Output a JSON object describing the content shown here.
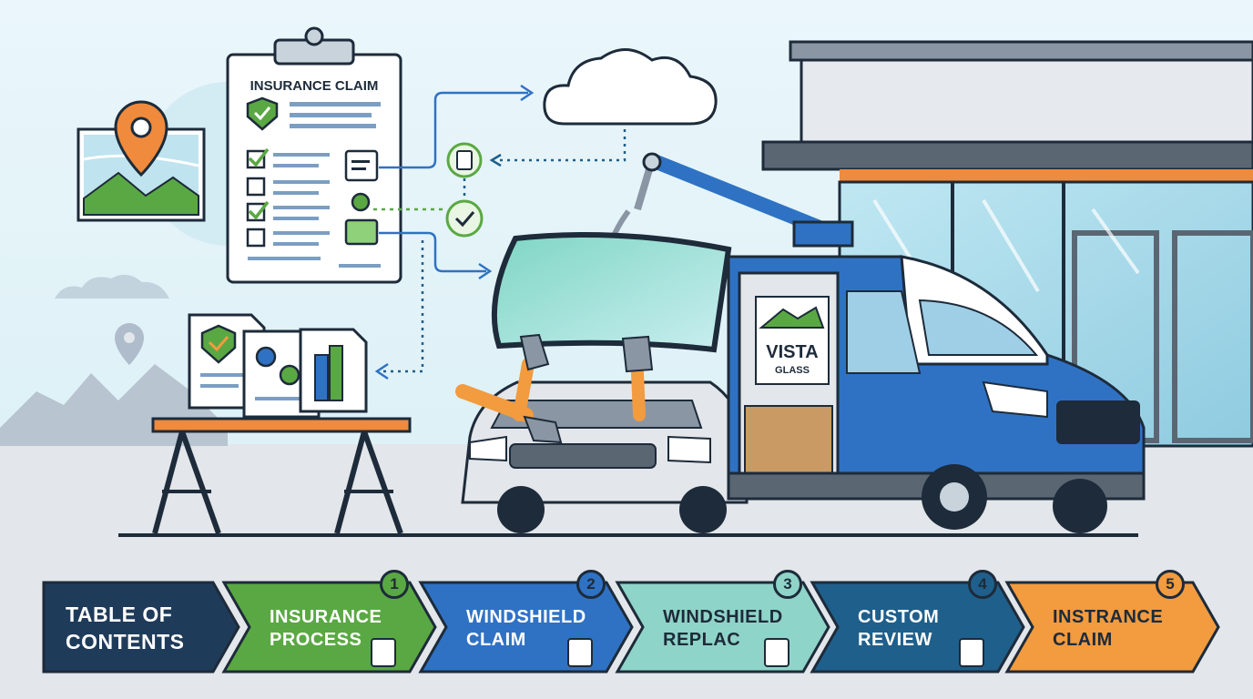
{
  "clipboard": {
    "title": "INSURANCE CLAIM"
  },
  "van": {
    "brand_line1": "VISTA",
    "brand_line2": "GLASS"
  },
  "steps": [
    {
      "number": "",
      "line1": "TABLE OF",
      "line2": "CONTENTS",
      "color": "#1f3b5a",
      "text_color": "#ffffff"
    },
    {
      "number": "1",
      "line1": "INSURANCE",
      "line2": "PROCESS",
      "color": "#5aa843",
      "text_color": "#ffffff",
      "badge": "#5aa843"
    },
    {
      "number": "2",
      "line1": "WINDSHIELD",
      "line2": "CLAIM",
      "color": "#2f72c4",
      "text_color": "#ffffff",
      "badge": "#2f72c4"
    },
    {
      "number": "3",
      "line1": "WINDSHIELD",
      "line2": "REPLAC",
      "color": "#8fd4c8",
      "text_color": "#1d2b3a",
      "badge": "#8fd4c8"
    },
    {
      "number": "4",
      "line1": "CUSTOM",
      "line2": "REVIEW",
      "color": "#1f5f8b",
      "text_color": "#ffffff",
      "badge": "#1f5f8b"
    },
    {
      "number": "5",
      "line1": "INSTRANCE",
      "line2": "CLAIM",
      "color": "#f29b3f",
      "text_color": "#1d2b3a",
      "badge": "#f29b3f"
    }
  ],
  "icons": {
    "map": "map-pin-icon",
    "cloud": "cloud-icon",
    "shield": "shield-check-icon",
    "gear": "gear-icon",
    "clipboard": "clipboard-icon",
    "calendar": "calendar-search-icon"
  }
}
